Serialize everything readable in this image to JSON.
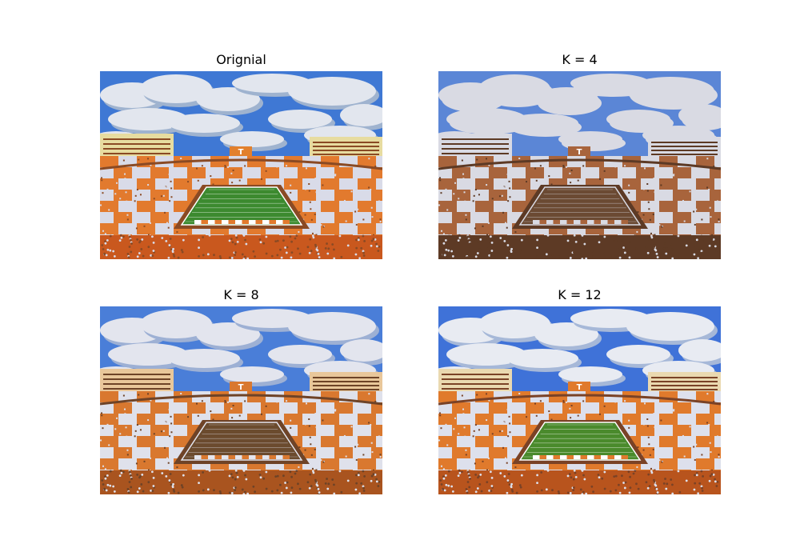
{
  "panels": [
    {
      "title": "Orignial",
      "palette": {
        "sky": "#3f78d4",
        "cloud": "#e2e6ee",
        "cloud_shade": "#9fb3cf",
        "stand_orange": "#e27a2e",
        "stand_white": "#d9dbe8",
        "stand_dark": "#8a4a24",
        "field": "#3c8a2f",
        "field_line": "#ffffff",
        "crowd_low": "#c9581e",
        "building": "#e7dca0",
        "scoreboard": "#e2802d"
      }
    },
    {
      "title": "K = 4",
      "palette": {
        "sky": "#5b86d6",
        "cloud": "#d9dae3",
        "cloud_shade": "#d9dae3",
        "stand_orange": "#a8643c",
        "stand_white": "#d9dae3",
        "stand_dark": "#5d3a25",
        "field": "#6b4a33",
        "field_line": "#d9dae3",
        "crowd_low": "#5d3a25",
        "building": "#d9dae3",
        "scoreboard": "#a8643c"
      }
    },
    {
      "title": "K = 8",
      "palette": {
        "sky": "#4a7ed8",
        "cloud": "#e3e5ee",
        "cloud_shade": "#9db0d4",
        "stand_orange": "#d9782f",
        "stand_white": "#dfe1eb",
        "stand_dark": "#6e4327",
        "field": "#6b4b2e",
        "field_line": "#e3e5ee",
        "crowd_low": "#a9541f",
        "building": "#e9c79a",
        "scoreboard": "#d9782f"
      }
    },
    {
      "title": "K = 12",
      "palette": {
        "sky": "#3f72d8",
        "cloud": "#e8ebf2",
        "cloud_shade": "#a6b8d8",
        "stand_orange": "#e07a2c",
        "stand_white": "#dde0ec",
        "stand_dark": "#7a4226",
        "field": "#4a8a2c",
        "field_line": "#ffffff",
        "crowd_low": "#b8541d",
        "building": "#ead9b0",
        "scoreboard": "#e07a2c"
      }
    }
  ]
}
